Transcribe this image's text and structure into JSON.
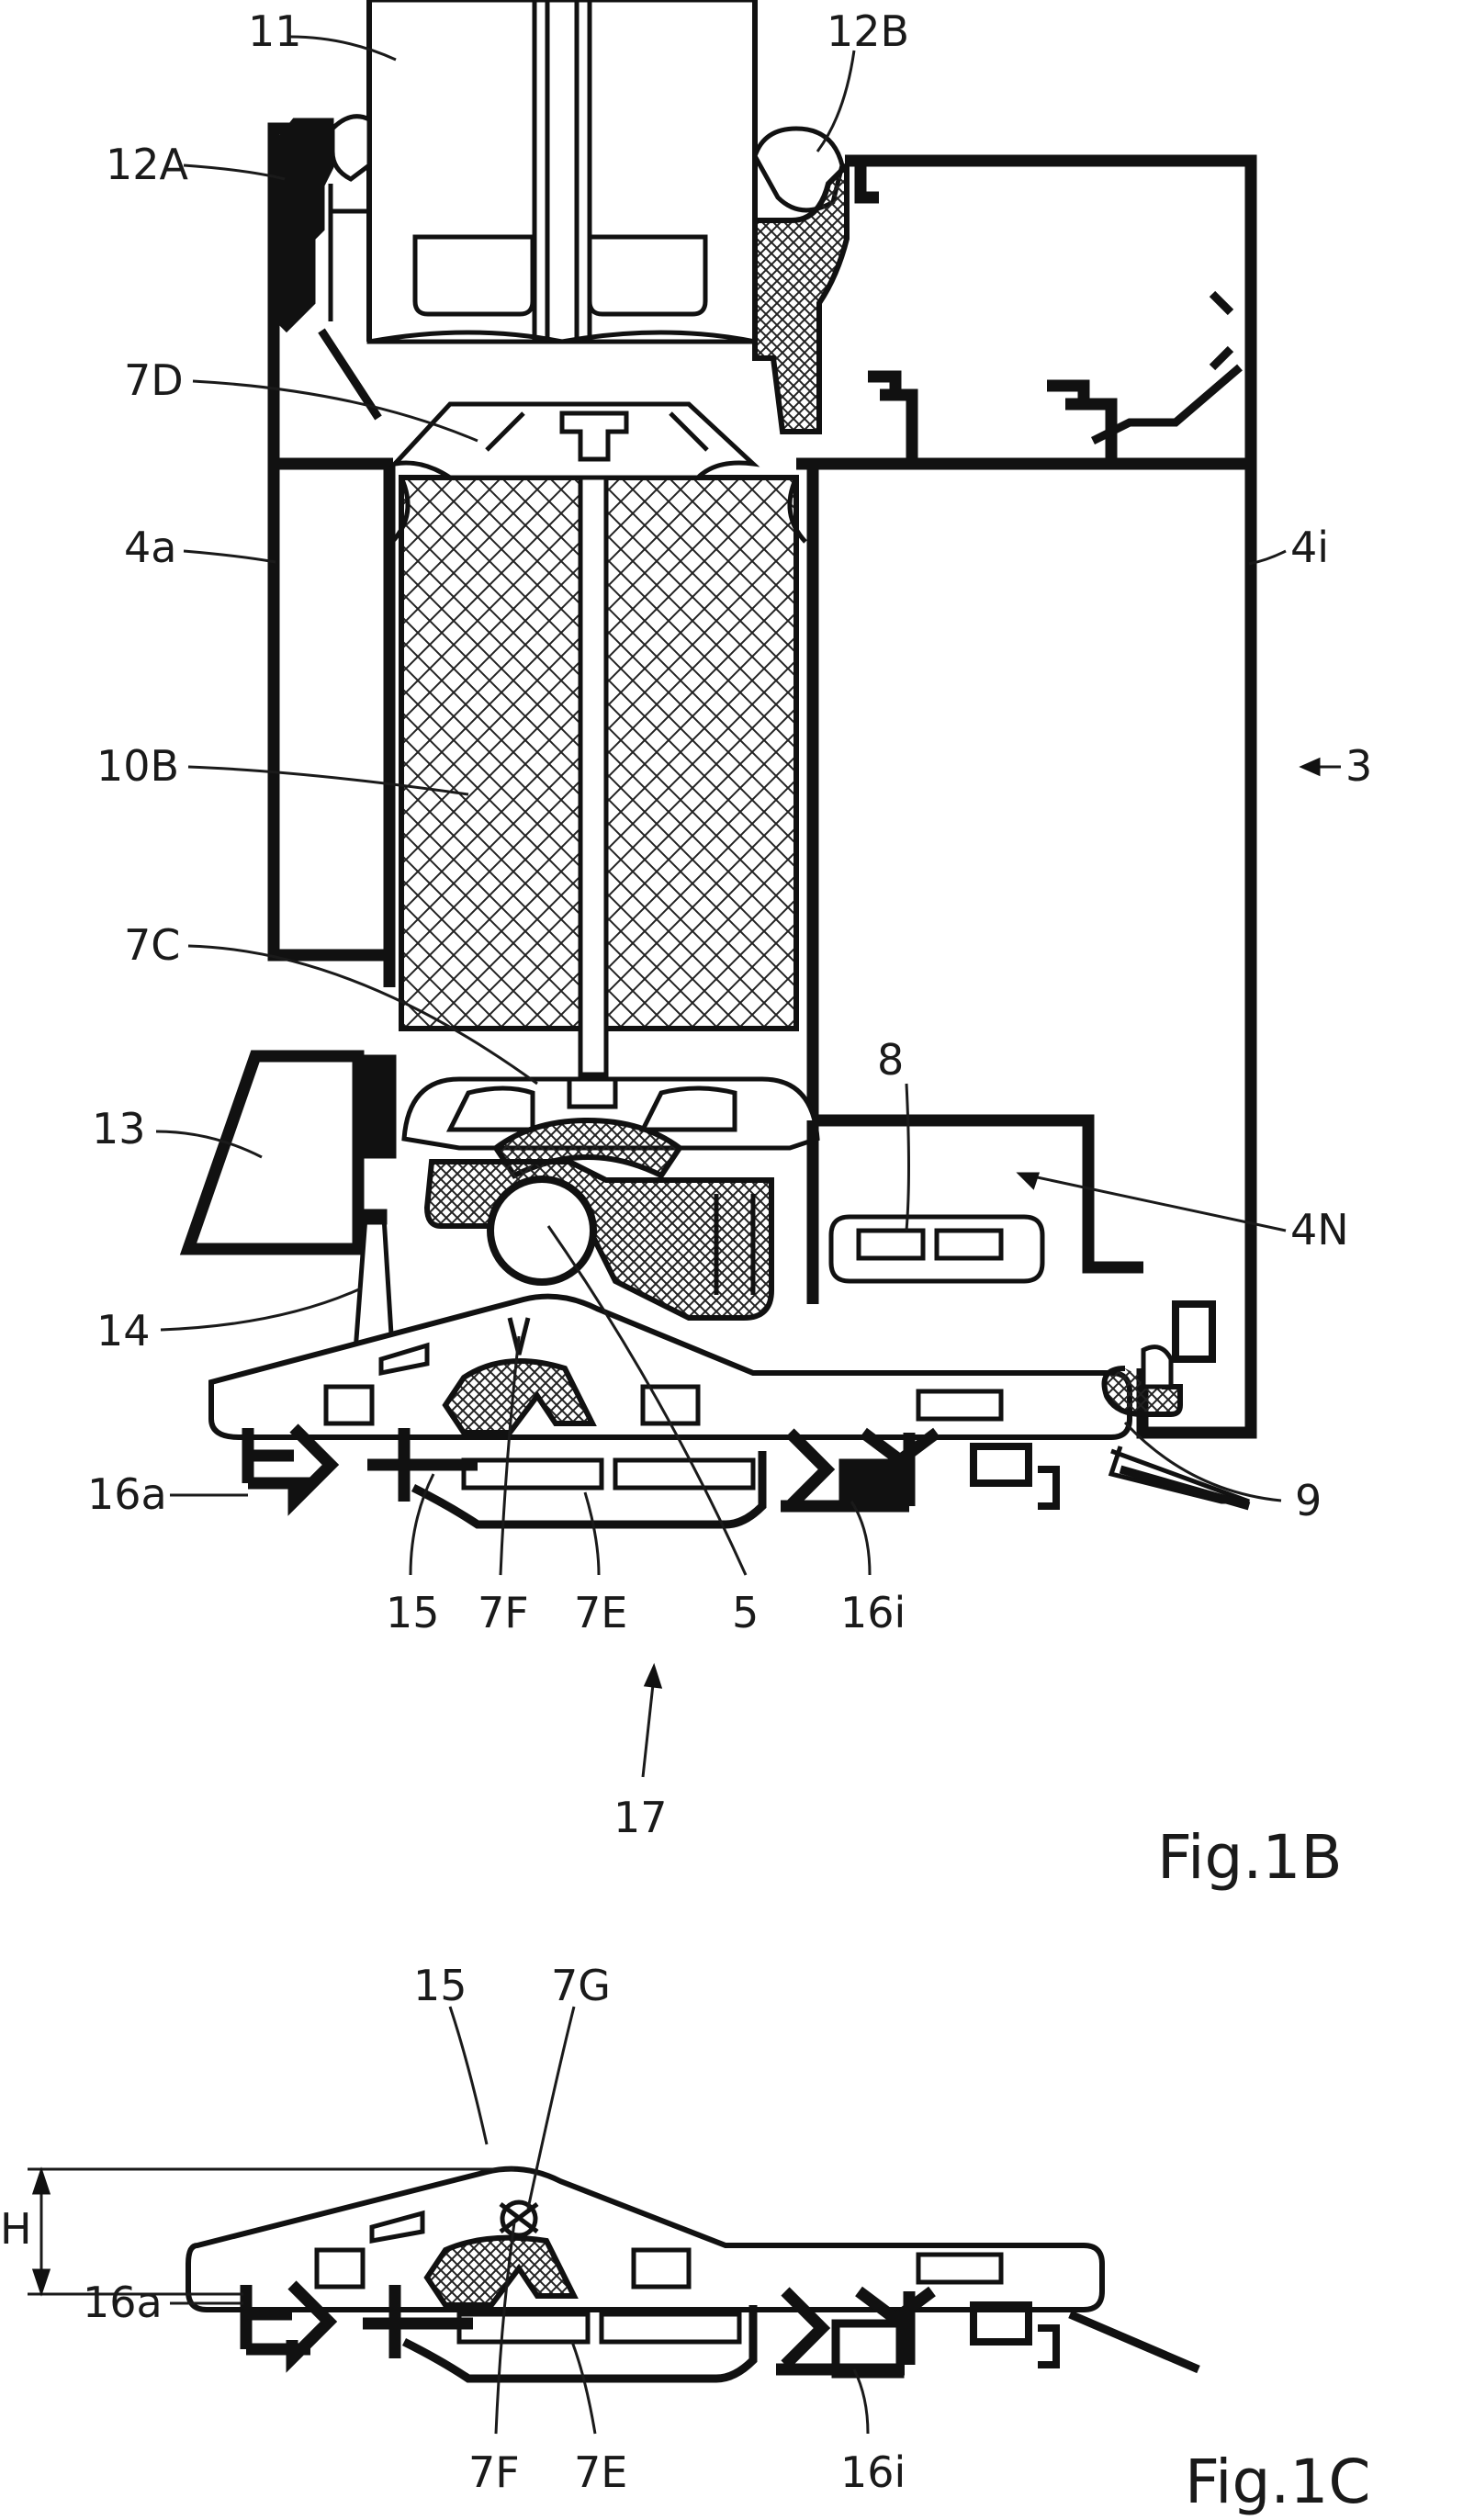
{
  "figures": [
    {
      "title": "Fig.1B",
      "labels": [
        "11",
        "12B",
        "12A",
        "7D",
        "4a",
        "4i",
        "10B",
        "3",
        "7C",
        "8",
        "13",
        "4N",
        "14",
        "16a",
        "9",
        "15",
        "7F",
        "7E",
        "5",
        "16i",
        "17"
      ]
    },
    {
      "title": "Fig.1C",
      "labels": [
        "15",
        "7G",
        "H",
        "16a",
        "7F",
        "7E",
        "16i"
      ]
    }
  ]
}
